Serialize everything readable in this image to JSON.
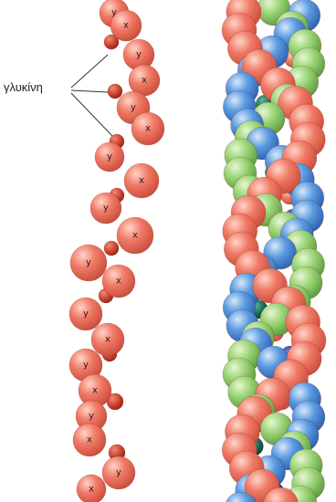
{
  "figure": {
    "label_glycine": "γλυκίνη",
    "letter_x": "x",
    "letter_y": "y",
    "left_chain": {
      "description_visible": false,
      "repeat_pattern": [
        "glycine",
        "x",
        "y"
      ]
    },
    "right_helix": {
      "strands": [
        "red",
        "green",
        "blue"
      ]
    }
  },
  "colors": {
    "red": "#e8705f",
    "red_dark": "#c0392b",
    "glycine": "#c0392b",
    "green": "#8fcf6a",
    "green_dark": "#2e7d32",
    "blue": "#4f8fd6",
    "blue_dark": "#1f3f9b",
    "teal_dark": "#0d5c4a"
  }
}
